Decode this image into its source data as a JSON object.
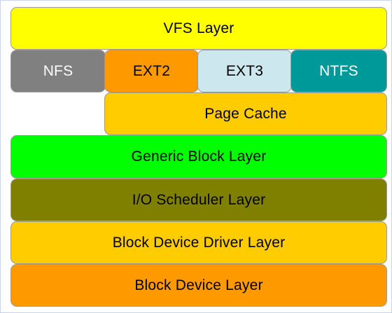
{
  "layers": {
    "vfs": "VFS Layer",
    "filesystems": [
      "NFS",
      "EXT2",
      "EXT3",
      "NTFS"
    ],
    "page_cache": "Page Cache",
    "generic_block": "Generic Block Layer",
    "io_scheduler": "I/O Scheduler Layer",
    "block_device_driver": "Block Device Driver Layer",
    "block_device": "Block Device Layer"
  },
  "colors": {
    "vfs": "#ffff00",
    "nfs": "#808080",
    "ext2": "#ff9900",
    "ext3": "#cce8ee",
    "ntfs": "#009999",
    "page_cache": "#ffcc00",
    "generic_block": "#00ff00",
    "io_scheduler": "#808000",
    "block_device_driver": "#ffcc00",
    "block_device": "#ff9900"
  }
}
